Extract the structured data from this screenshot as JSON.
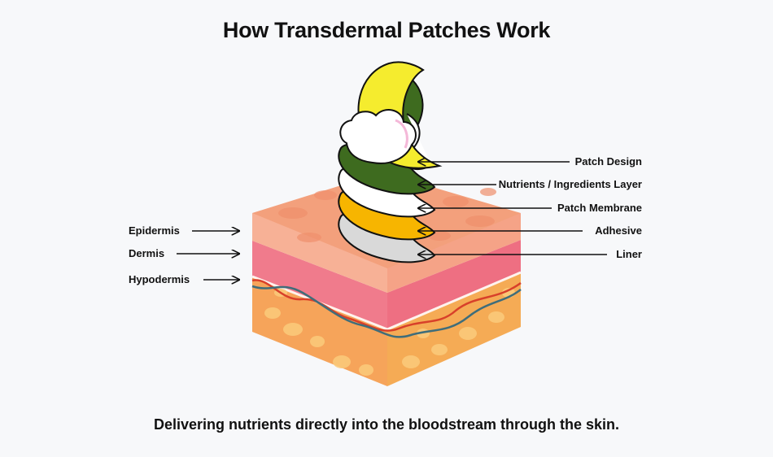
{
  "title": "How Transdermal Patches Work",
  "caption": "Delivering nutrients directly into the bloodstream through the skin.",
  "skin_layers": {
    "epidermis": "Epidermis",
    "dermis": "Dermis",
    "hypodermis": "Hypodermis"
  },
  "patch_layers": {
    "design": "Patch Design",
    "nutrients": "Nutrients / Ingredients Layer",
    "membrane": "Patch Membrane",
    "adhesive": "Adhesive",
    "liner": "Liner"
  },
  "colors": {
    "background": "#f7f8fa",
    "epidermis": "#f3a07c",
    "dermis": "#f07b8c",
    "hypodermis": "#f8b566",
    "patch_yellow": "#f5ec2e",
    "patch_green": "#3e6b1f",
    "patch_orange": "#f7b500",
    "patch_liner": "#d9d9d9"
  }
}
